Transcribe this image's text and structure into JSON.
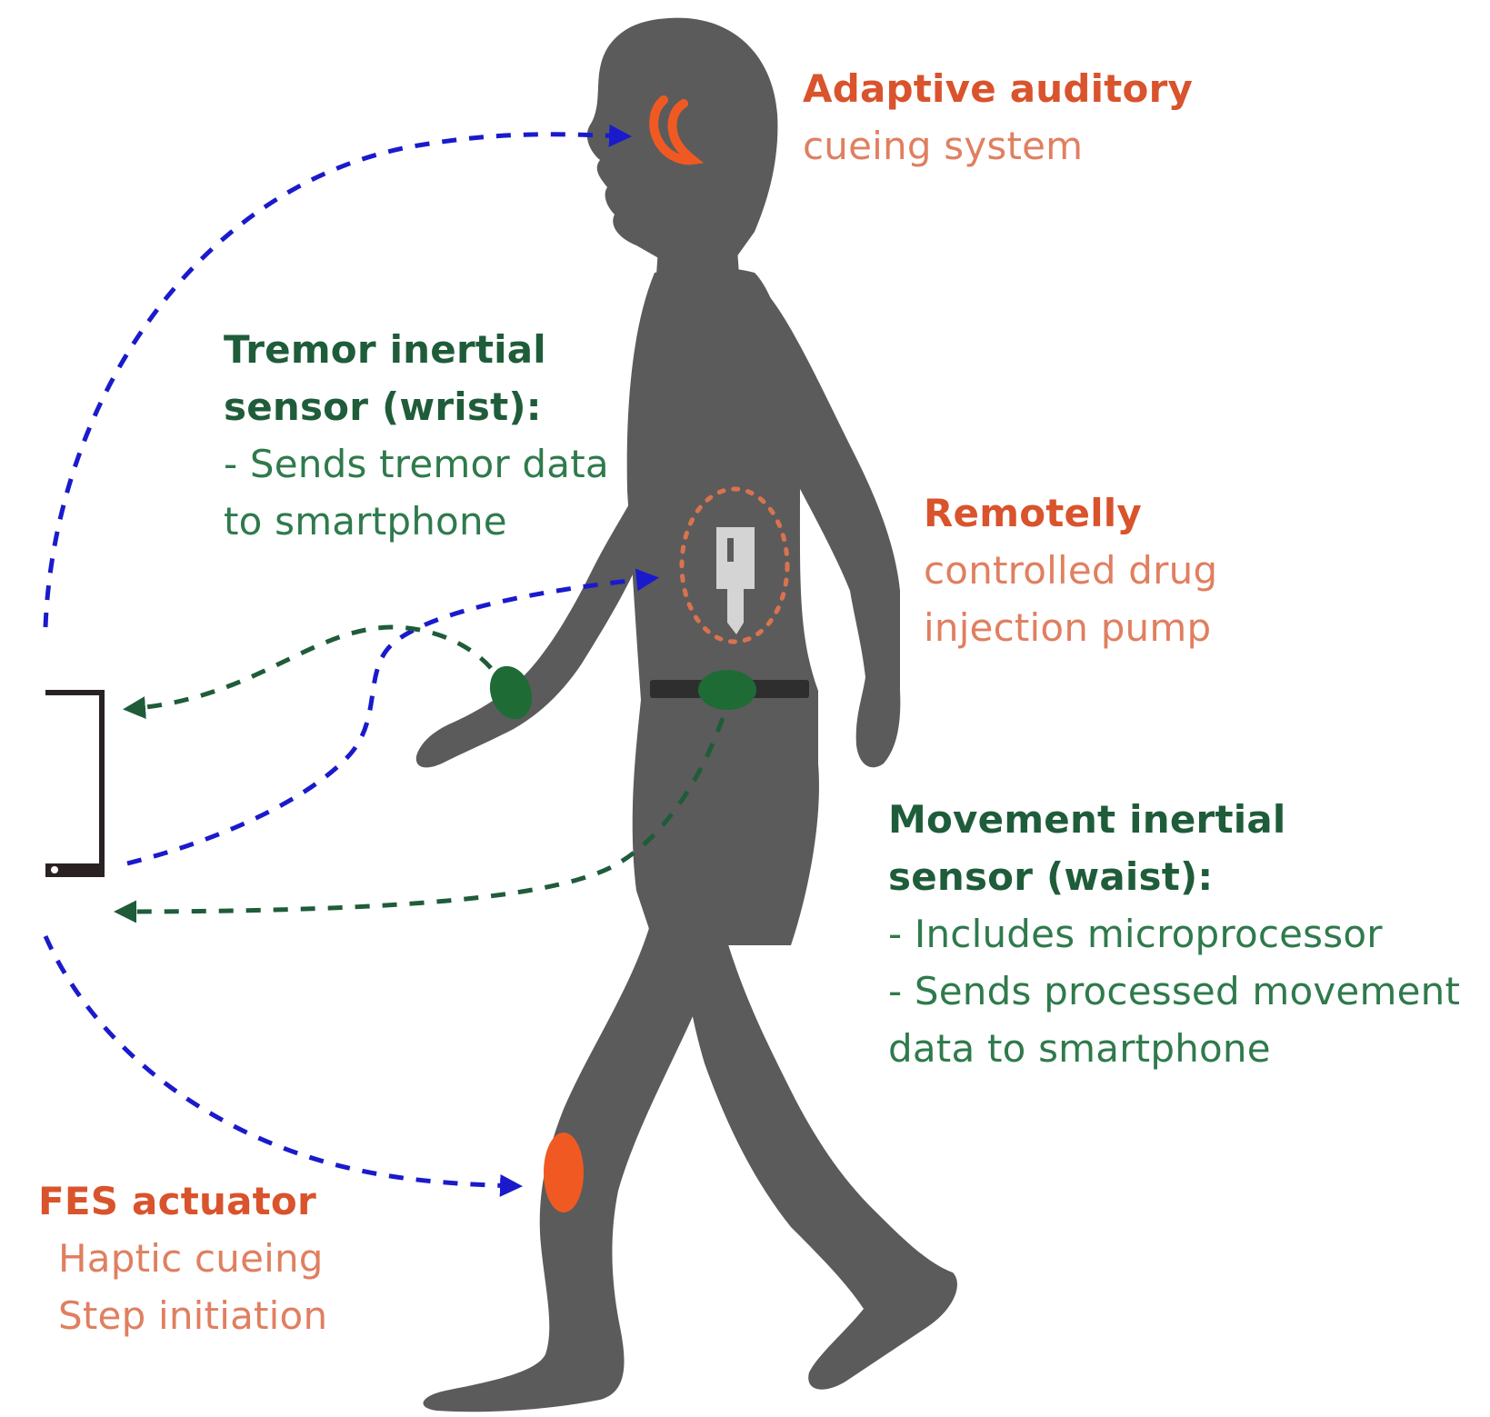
{
  "colors": {
    "body": "#5b5b5b",
    "orange_title": "#d9532c",
    "orange_text": "#e07f60",
    "green_title": "#1f5c3a",
    "green_text": "#2f7a4c",
    "blue_arrow": "#1a1acc",
    "green_arrow": "#1f5c3a",
    "sensor_green": "#1e6b35",
    "actuator_orange": "#f05a22",
    "pump_grey": "#d4d4d4"
  },
  "labels": {
    "auditory": {
      "title": "Adaptive auditory",
      "lines": [
        "cueing system"
      ]
    },
    "tremor": {
      "title_lines": [
        "Tremor inertial",
        "sensor (wrist):"
      ],
      "lines": [
        "- Sends tremor data",
        "to smartphone"
      ]
    },
    "pump": {
      "title": "Remotelly",
      "lines": [
        "controlled drug",
        "injection pump"
      ]
    },
    "movement": {
      "title_lines": [
        "Movement inertial",
        "sensor (waist):"
      ],
      "lines": [
        "- Includes microprocessor",
        "- Sends processed movement",
        "data to smartphone"
      ]
    },
    "fes": {
      "title": "FES actuator",
      "lines": [
        "Haptic cueing",
        "Step initiation"
      ]
    }
  },
  "icons": {
    "ear": "ear-icon",
    "pump": "injection-pump-icon",
    "wrist_sensor": "wrist-sensor-icon",
    "waist_sensor": "waist-sensor-icon",
    "knee_actuator": "fes-actuator-icon",
    "smartphone": "smartphone-icon"
  }
}
